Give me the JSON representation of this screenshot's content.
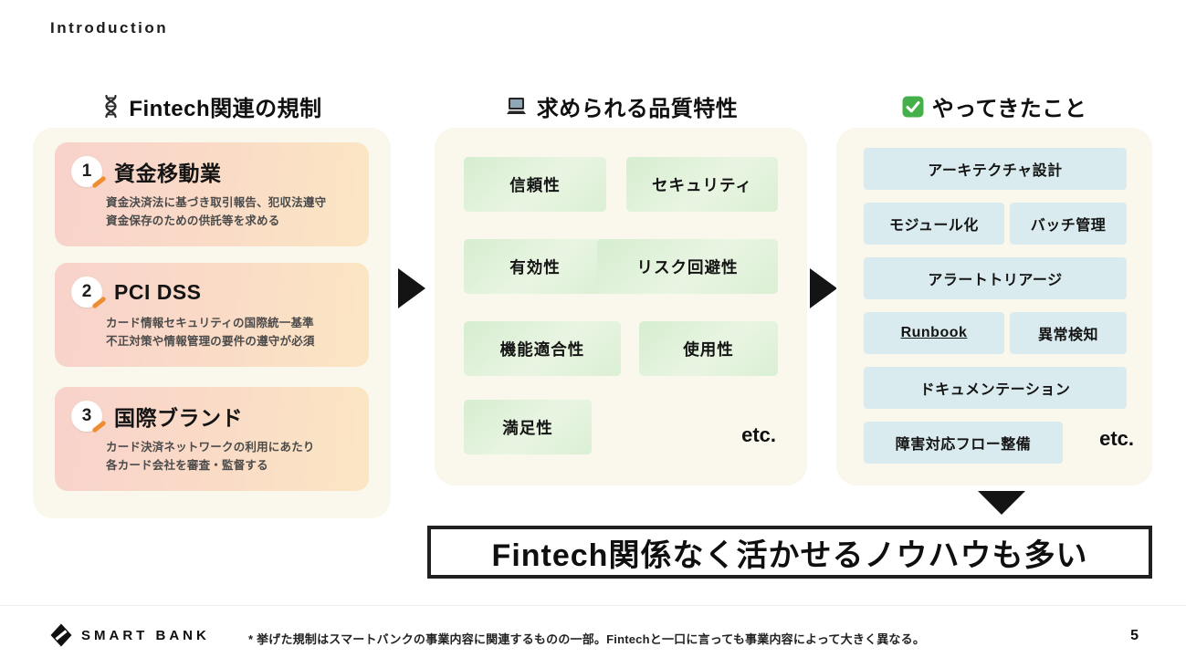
{
  "header": {
    "title": "Introduction"
  },
  "regulations": {
    "icon": "dna-icon",
    "title": "Fintech関連の規制",
    "cards": [
      {
        "num": "1",
        "title": "資金移動業",
        "desc1": "資金決済法に基づき取引報告、犯収法遵守",
        "desc2": "資金保存のための供託等を求める"
      },
      {
        "num": "2",
        "title": "PCI DSS",
        "desc1": "カード情報セキュリティの国際統一基準",
        "desc2": "不正対策や情報管理の要件の遵守が必須"
      },
      {
        "num": "3",
        "title": "国際ブランド",
        "desc1": "カード決済ネットワークの利用にあたり",
        "desc2": "各カード会社を審査・監督する"
      }
    ]
  },
  "quality": {
    "icon": "laptop-icon",
    "title": "求められる品質特性",
    "boxes": [
      "信頼性",
      "セキュリティ",
      "有効性",
      "リスク回避性",
      "機能適合性",
      "使用性",
      "満足性"
    ],
    "etc": "etc."
  },
  "done": {
    "icon": "check-icon",
    "title": "やってきたこと",
    "boxes": [
      "アーキテクチャ設計",
      "モジュール化",
      "バッチ管理",
      "アラートトリアージ",
      "Runbook",
      "異常検知",
      "ドキュメンテーション",
      "障害対応フロー整備"
    ],
    "etc": "etc."
  },
  "conclusion": {
    "text": "Fintech関係なく活かせるノウハウも多い"
  },
  "footer": {
    "brand": "SMART BANK",
    "note": "* 挙げた規制はスマートバンクの事業内容に関連するものの一部。Fintechと一口に言っても事業内容によって大きく異なる。",
    "page": "5"
  },
  "colors": {
    "panel_bg": "#faf7ec",
    "card_gradient_start": "#f8d2cb",
    "card_gradient_end": "#fbe6c4",
    "quality_box_green": "#ddefd6",
    "done_box_blue": "#d9ebee",
    "check_green": "#45b049",
    "pencil_orange": "#ef8d33",
    "arrow_black": "#141414"
  }
}
